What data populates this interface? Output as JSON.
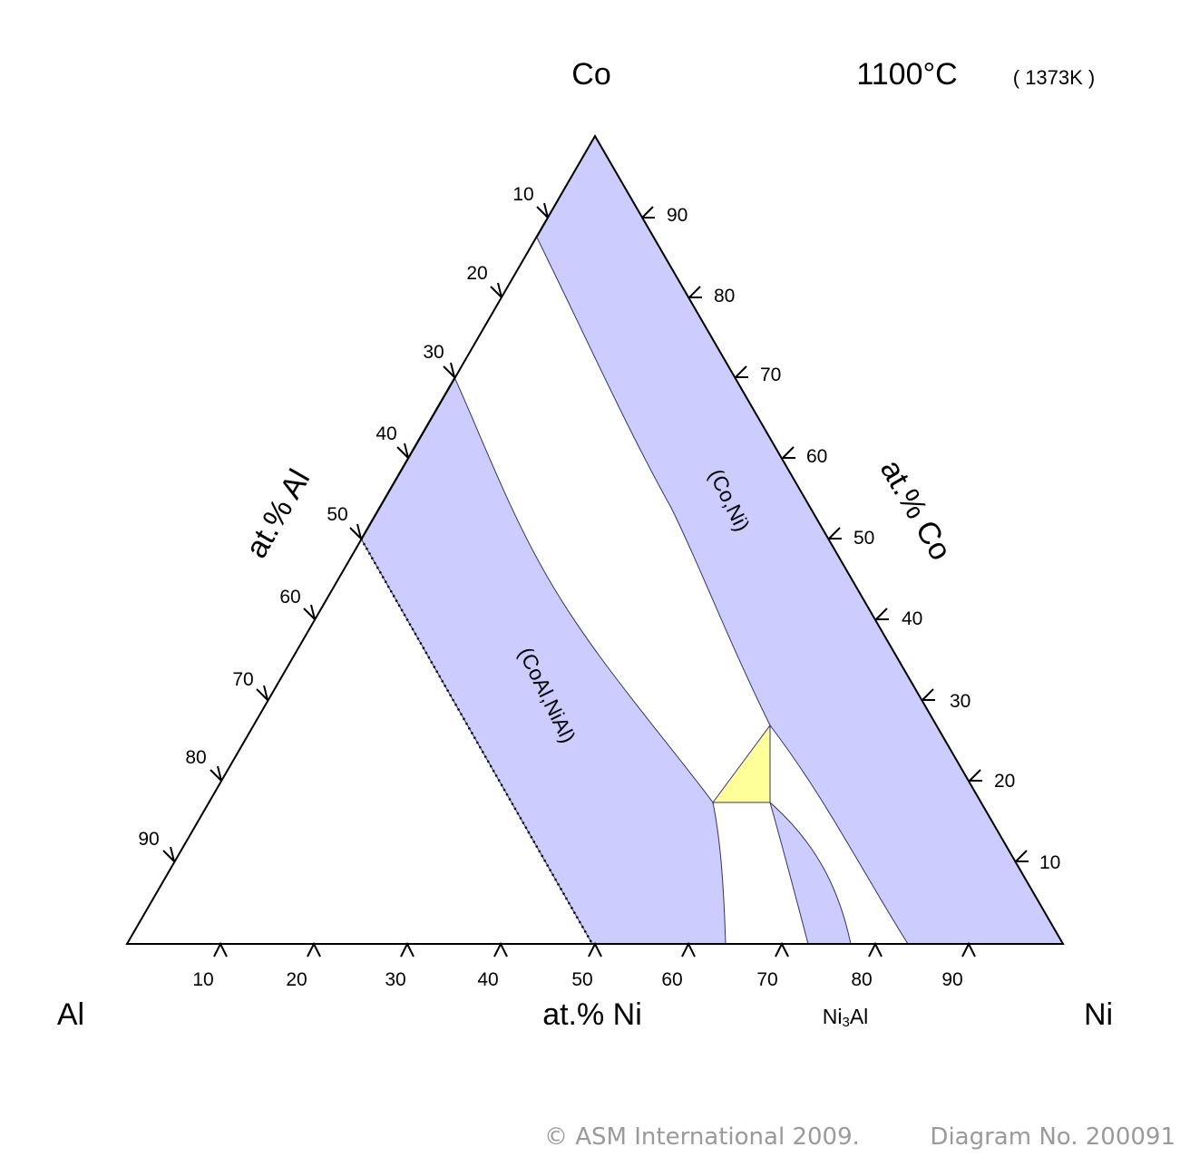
{
  "title": {
    "temperature": "1100°C",
    "kelvin": "( 1373K )"
  },
  "corners": {
    "top": "Co",
    "left": "Al",
    "right": "Ni"
  },
  "axes": {
    "left_title": "at.% Al",
    "right_title": "at.% Co",
    "bottom_title": "at.% Ni"
  },
  "ticks": {
    "left": [
      "10",
      "20",
      "30",
      "40",
      "50",
      "60",
      "70",
      "80",
      "90"
    ],
    "right": [
      "90",
      "80",
      "70",
      "60",
      "50",
      "40",
      "30",
      "20",
      "10"
    ],
    "bottom": [
      "10",
      "20",
      "30",
      "40",
      "50",
      "60",
      "70",
      "80",
      "90"
    ]
  },
  "phases": {
    "co_ni": "(Co,Ni)",
    "coal_nial": "(CoAl,NiAl)",
    "ni3al_main": "Ni",
    "ni3al_sub": "3",
    "ni3al_tail": "Al"
  },
  "colors": {
    "single_phase": "#ccccff",
    "three_phase": "#ffff99",
    "boundary": "#333366",
    "outline": "#000000"
  },
  "footer": {
    "copyright": "© ASM International 2009.",
    "diagram_no": "Diagram No. 200091"
  }
}
